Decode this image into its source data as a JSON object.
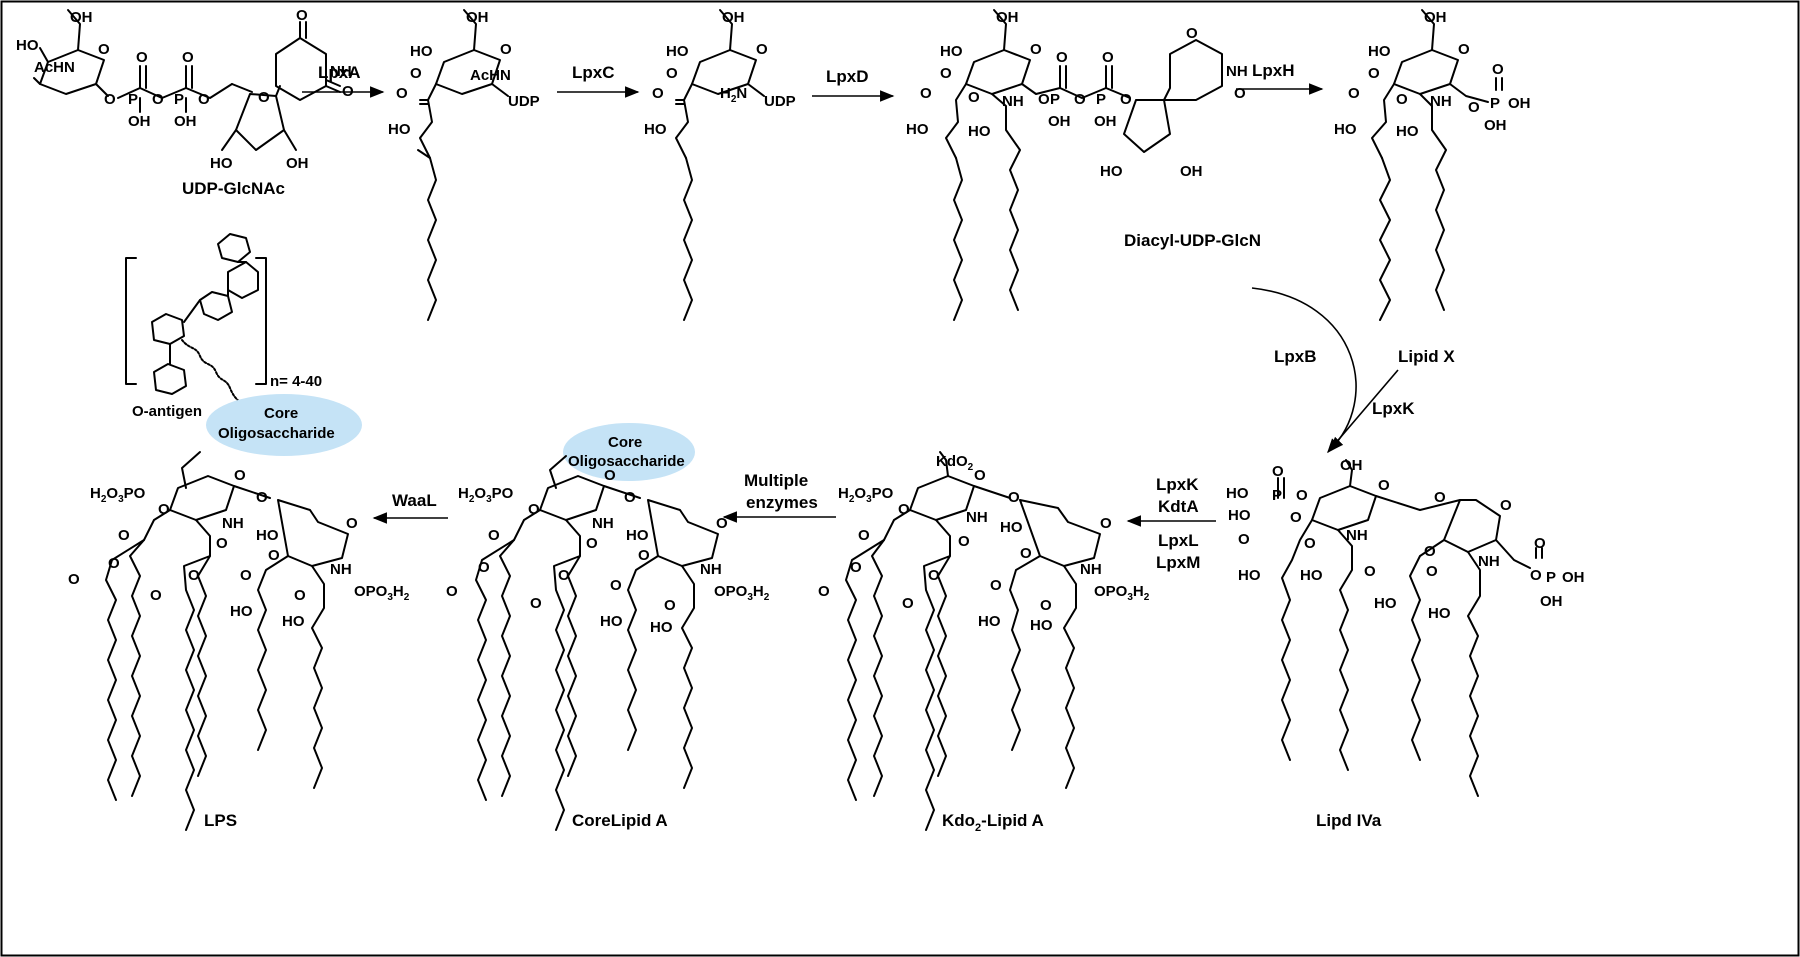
{
  "compounds": {
    "udp_glcnac": "UDP-GlcNAc",
    "diacyl_udp_glcn": "Diacyl-UDP-GlcN",
    "lipid_x": "Lipid X",
    "lipid_iva": "Lipd IVa",
    "kdo2_lipid_a_pre": "Kdo",
    "kdo2_lipid_a_sub": "2",
    "kdo2_lipid_a_post": "-Lipid A",
    "core_lipid_a": "CoreLipid A",
    "lps": "LPS",
    "o_antigen": "O-antigen"
  },
  "enzymes": {
    "lpxa": "LpxA",
    "lpxc": "LpxC",
    "lpxd": "LpxD",
    "lpxh": "LpxH",
    "lpxb": "LpxB",
    "lpxk_top": "LpxK",
    "lpxk_bottom": "LpxK",
    "kdta": "KdtA",
    "lpxl": "LpxL",
    "lpxm": "LpxM",
    "multiple_line1": "Multiple",
    "multiple_line2": "enzymes",
    "waal": "WaaL"
  },
  "core_oligo": {
    "line1": "Core",
    "line2": "Oligosaccharide",
    "fill": "#c5e3f6"
  },
  "repeat_unit": "n= 4-40",
  "atoms": {
    "oh": "OH",
    "o": "O",
    "p": "P",
    "nh": "NH",
    "achn": "AcHN",
    "h2n": "H",
    "h2n_sub": "2",
    "h2n_n": "N",
    "udp": "UDP",
    "ho": "HO",
    "opo3h2": "OPO",
    "po3_sub": "3",
    "h2_sub": "2",
    "h2o3p": "H",
    "o3p": "O",
    "p_end": "PO",
    "kdo2": "KdO"
  },
  "colors": {
    "border": "#000000",
    "ink": "#000000"
  }
}
